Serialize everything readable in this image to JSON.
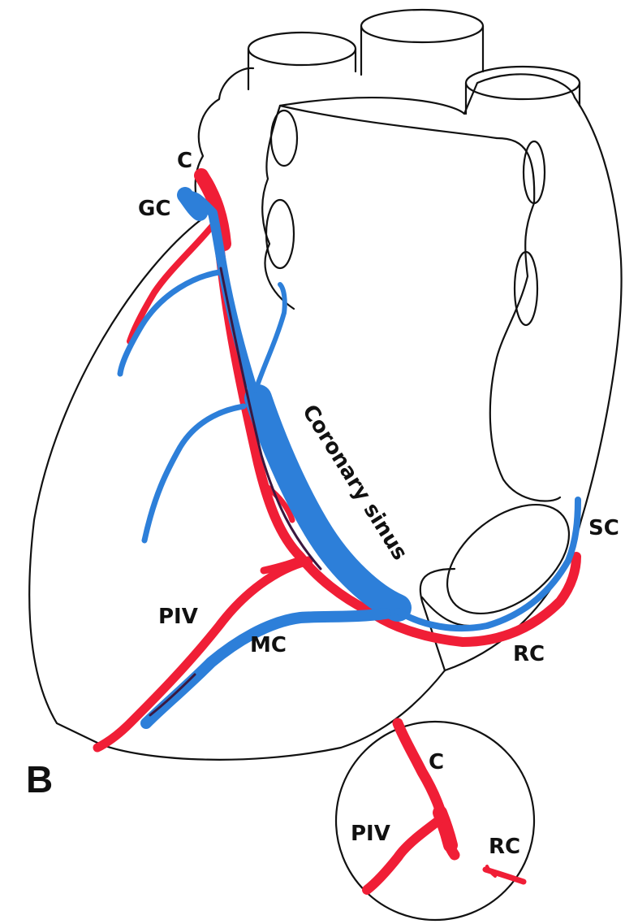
{
  "colors": {
    "artery": "#f01e36",
    "vein": "#2d7fd9",
    "overlap": "#3a1840",
    "outline": "#111111"
  },
  "panel_label": "B",
  "labels": {
    "c": "C",
    "gc": "GC",
    "coronary_sinus": "Coronary sinus",
    "sc": "SC",
    "piv": "PIV",
    "mc": "MC",
    "rc": "RC"
  },
  "inset": {
    "c": "C",
    "piv": "PIV",
    "rc": "RC"
  }
}
